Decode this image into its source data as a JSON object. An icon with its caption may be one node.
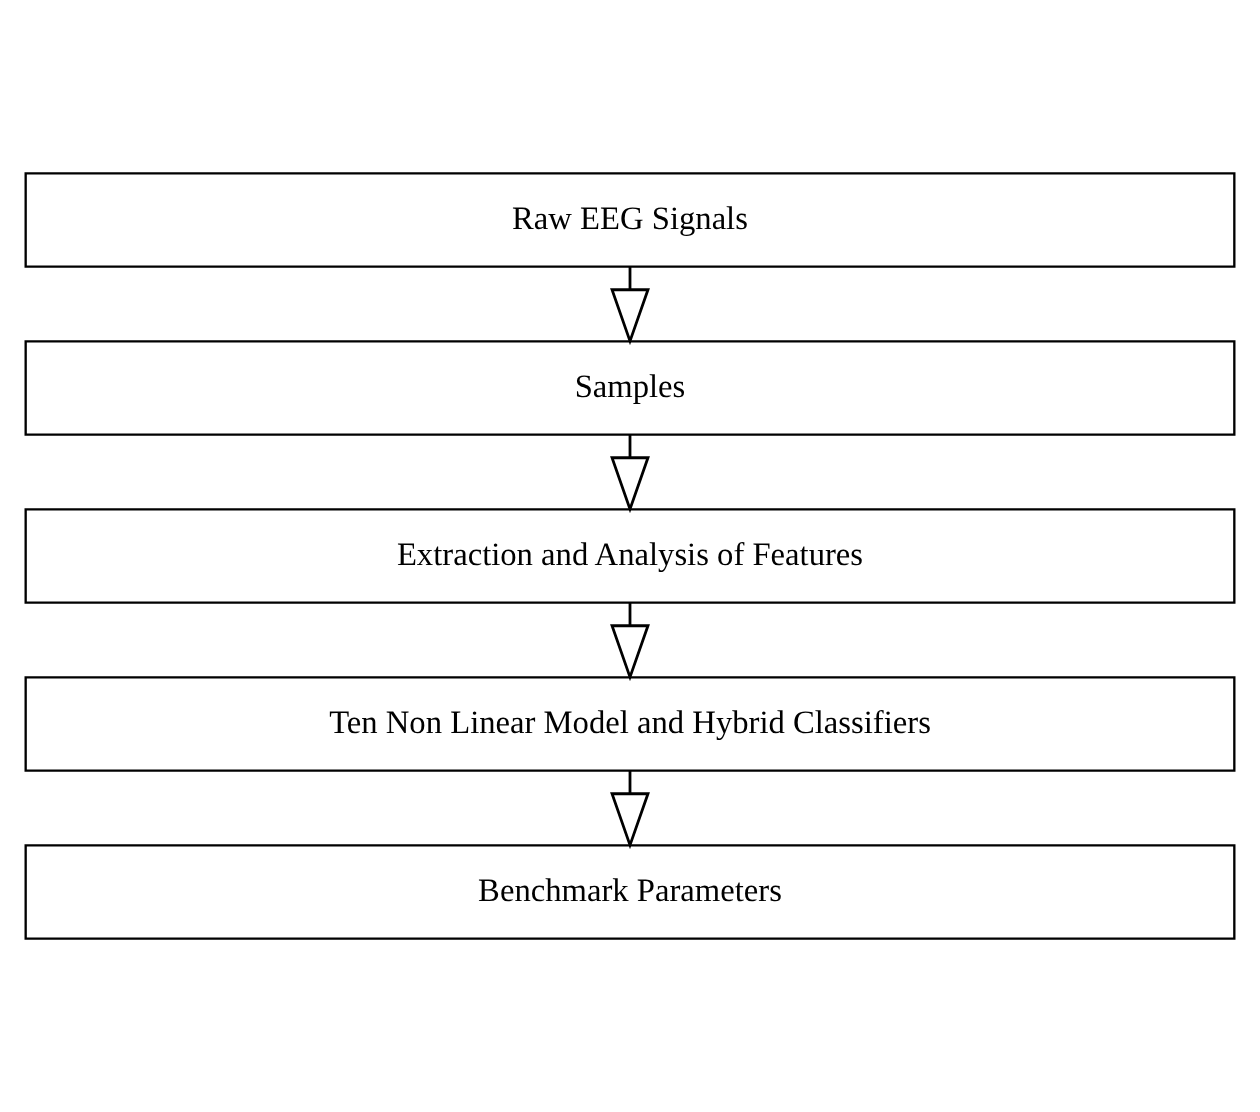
{
  "diagram": {
    "nodes": [
      {
        "text": [
          "Raw EEG Signals"
        ]
      },
      {
        "text": [
          "Samples"
        ]
      },
      {
        "text": [
          "Extraction and Analysis of Features"
        ]
      },
      {
        "text": [
          "Ten Non Linear Model and Hybrid Classifiers"
        ]
      },
      {
        "text": [
          "Benchmark Parameters"
        ]
      }
    ],
    "edges": [
      {
        "from": 0,
        "to": 1,
        "arrow": "to"
      },
      {
        "from": 1,
        "to": 2,
        "arrow": "to"
      },
      {
        "from": 2,
        "to": 3,
        "arrow": "to"
      },
      {
        "from": 3,
        "to": 4,
        "arrow": "to"
      }
    ]
  }
}
